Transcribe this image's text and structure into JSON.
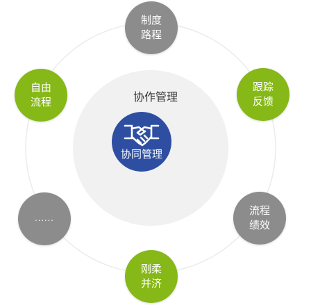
{
  "diagram": {
    "core_label": "协作管理",
    "center_label": "协同管理",
    "nodes": [
      {
        "id": "top",
        "lines": [
          "制度",
          "路程"
        ],
        "color": "#8c8c8c"
      },
      {
        "id": "upper-right",
        "lines": [
          "跟踪",
          "反馈"
        ],
        "color": "#86b817"
      },
      {
        "id": "lower-right",
        "lines": [
          "流程",
          "绩效"
        ],
        "color": "#8c8c8c"
      },
      {
        "id": "bottom",
        "lines": [
          "刚柔",
          "并济"
        ],
        "color": "#86b817"
      },
      {
        "id": "lower-left",
        "lines": [
          "......"
        ],
        "color": "#8c8c8c"
      },
      {
        "id": "upper-left",
        "lines": [
          "自由",
          "流程"
        ],
        "color": "#86b817"
      }
    ],
    "colors": {
      "center": "#2e4fa1",
      "green": "#86b817",
      "gray": "#8c8c8c",
      "ring": "#eeeeee"
    },
    "icons": [
      "handshake-icon"
    ]
  }
}
